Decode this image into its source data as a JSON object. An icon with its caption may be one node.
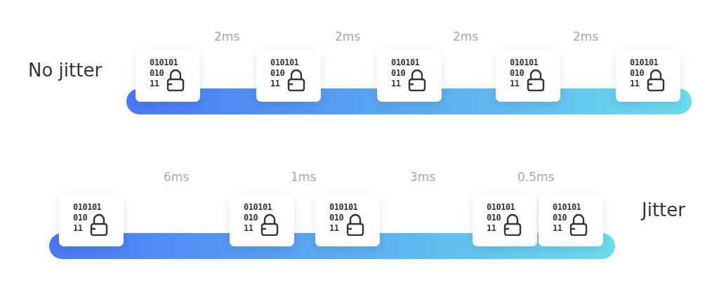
{
  "diagram": {
    "nodes": [
      {
        "text": [
          "010101 010 11"
        ]
      },
      {
        "text": [
          "010101 010 11"
        ]
      },
      {
        "text": [
          "010101 010 11"
        ]
      },
      {
        "text": [
          "010101 010 11"
        ]
      },
      {
        "text": [
          "010101 010 11"
        ]
      },
      {
        "text": [],
        "shape": "bar"
      },
      {
        "text": [
          "010101 010 11"
        ]
      },
      {
        "text": [
          "010101 010 11"
        ]
      },
      {
        "text": [
          "010101 010 11"
        ]
      },
      {
        "text": [
          "010101 010 11"
        ]
      },
      {
        "text": [
          "010101 010 11"
        ]
      },
      {
        "text": [],
        "shape": "bar"
      }
    ],
    "labels": [
      "2ms",
      "2ms",
      "2ms",
      "2ms",
      "No jitter",
      "6ms",
      "1ms",
      "3ms",
      "0.5ms",
      "Jitter"
    ]
  }
}
